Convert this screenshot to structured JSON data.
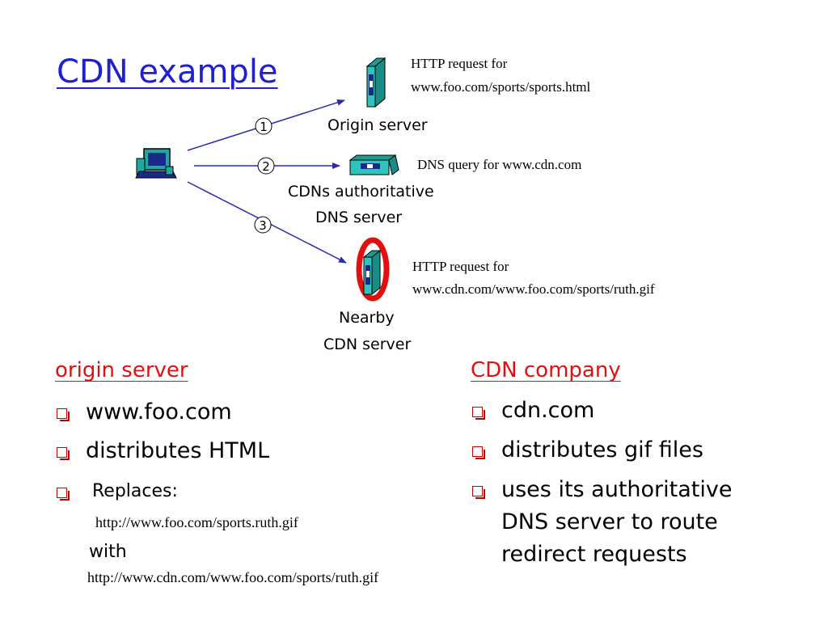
{
  "slide": {
    "title": "CDN example"
  },
  "diagram": {
    "step1": "1",
    "step2": "2",
    "step3": "3",
    "origin_label": "Origin server",
    "origin_note_line1": "HTTP request for",
    "origin_note_line2": "www.foo.com/sports/sports.html",
    "dns_label_line1": "CDNs authoritative",
    "dns_label_line2": "DNS server",
    "dns_note": "DNS query for www.cdn.com",
    "cdn_label_line1": "Nearby",
    "cdn_label_line2": "CDN server",
    "cdn_note_line1": "HTTP request for",
    "cdn_note_line2": "www.cdn.com/www.foo.com/sports/ruth.gif"
  },
  "left_column": {
    "heading": "origin server",
    "items": [
      "www.foo.com",
      "distributes HTML",
      "Replaces:"
    ],
    "url_old": "http://www.foo.com/sports.ruth.gif",
    "with": "with",
    "url_new": "http://www.cdn.com/www.foo.com/sports/ruth.gif"
  },
  "right_column": {
    "heading": "CDN company",
    "items": [
      "cdn.com",
      "distributes gif files"
    ],
    "item3_lines": [
      "uses its authoritative",
      "DNS server to route",
      "redirect requests"
    ]
  },
  "colors": {
    "title": "#1f1fd0",
    "heading": "#e01010",
    "bullet": "#c00000",
    "arrow": "#2b2bb0",
    "server": "#2ec4bc",
    "highlight": "#e01010"
  }
}
